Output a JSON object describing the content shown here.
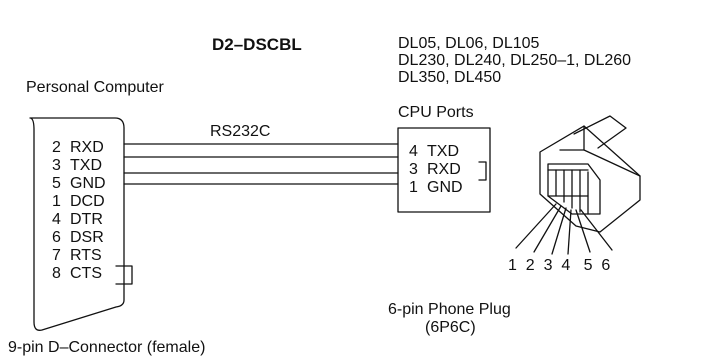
{
  "title": "D2–DSCBL",
  "pc_label": "Personal Computer",
  "cable_label": "RS232C",
  "cpu_models": [
    "DL05, DL06, DL105",
    "DL230, DL240, DL250–1, DL260",
    "DL350, DL450"
  ],
  "cpu_ports_label": "CPU Ports",
  "dconnector_pins": [
    {
      "num": "2",
      "name": "RXD"
    },
    {
      "num": "3",
      "name": "TXD"
    },
    {
      "num": "5",
      "name": "GND"
    },
    {
      "num": "1",
      "name": "DCD"
    },
    {
      "num": "4",
      "name": "DTR"
    },
    {
      "num": "6",
      "name": "DSR"
    },
    {
      "num": "7",
      "name": "RTS"
    },
    {
      "num": "8",
      "name": "CTS"
    }
  ],
  "cpu_pins": [
    {
      "num": "4",
      "name": "TXD"
    },
    {
      "num": "3",
      "name": "RXD"
    },
    {
      "num": "1",
      "name": "GND"
    }
  ],
  "plug_pin_numbers": "1  2  3  4   5  6",
  "plug_label_line1": "6-pin Phone Plug",
  "plug_label_line2": "(6P6C)",
  "dconnector_label": "9-pin D–Connector (female)"
}
